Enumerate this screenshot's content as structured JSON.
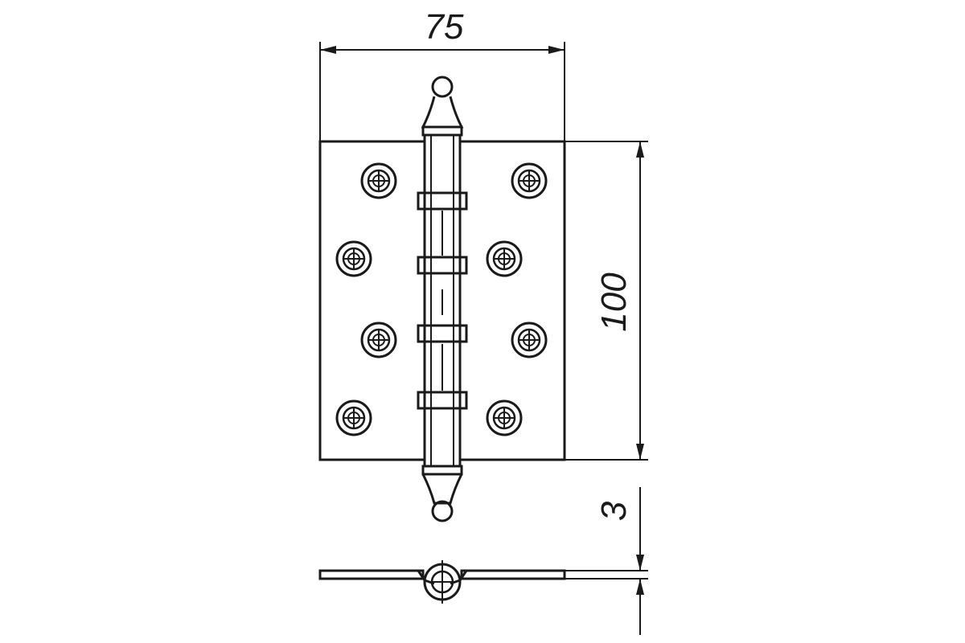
{
  "drawing": {
    "width_dimension": "75",
    "height_dimension": "100",
    "thickness_dimension": "3"
  },
  "colors": {
    "line": "#1a1a1a",
    "background": "#ffffff"
  }
}
